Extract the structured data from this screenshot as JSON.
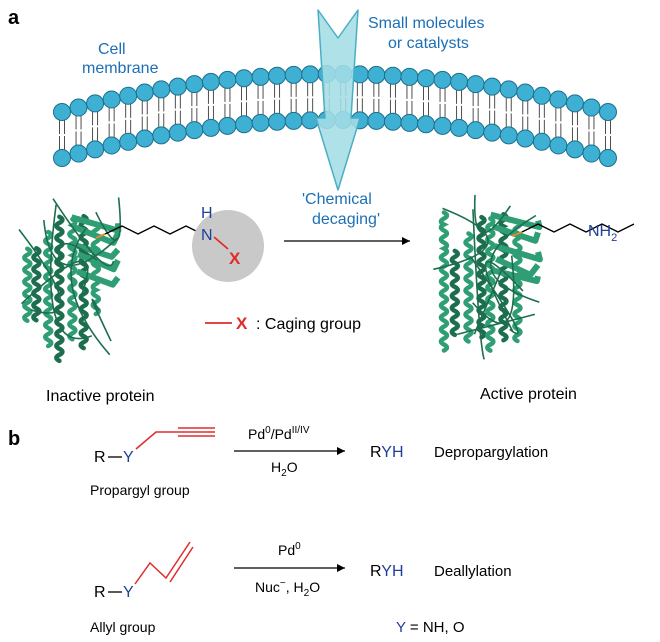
{
  "panel_a": {
    "label": "a",
    "membrane_label_line1": "Cell",
    "membrane_label_line2": "membrane",
    "molecules_label_line1": "Small molecules",
    "molecules_label_line2": "or catalysts",
    "decaging_line1": "'Chemical",
    "decaging_line2": "decaging'",
    "n_atom": "N",
    "h_atom": "H",
    "cage_x": "X",
    "legend_x": "X",
    "legend_text": ": Caging group",
    "nh2_main": "NH",
    "nh2_sub": "2",
    "inactive_label": "Inactive protein",
    "active_label": "Active protein"
  },
  "panel_b": {
    "label": "b",
    "row1": {
      "r_atom": "R",
      "y_atom": "Y",
      "group_label": "Propargyl group",
      "above_pd": "Pd",
      "above_sup1": "0",
      "above_slash": "/Pd",
      "above_sup2": "II/IV",
      "below_h": "H",
      "below_sub": "2",
      "below_o": "O",
      "product_r": "R",
      "product_yh": "YH",
      "reaction": "Depropargylation"
    },
    "row2": {
      "r_atom": "R",
      "y_atom": "Y",
      "group_label": "Allyl group",
      "above_pd": "Pd",
      "above_sup": "0",
      "below_nuc": "Nuc",
      "below_minus": "−",
      "below_h": ", H",
      "below_sub": "2",
      "below_o": "O",
      "product_r": "R",
      "product_yh": "YH",
      "reaction": "Deallylation"
    },
    "footnote_y": "Y",
    "footnote_rest": " = NH, O"
  },
  "colors": {
    "membrane_head": "#3db0d4",
    "membrane_head_stroke": "#1d6f8c",
    "arrow_fill": "#a4dde6",
    "arrow_stroke": "#4aaec4",
    "label_blue": "#1c6fb5",
    "heteroatom_blue": "#1f3f99",
    "cage_red": "#e02b2b",
    "cage_circle": "#c9c9c9",
    "protein_green": "#2f9e74",
    "protein_dark": "#1c6e4e"
  }
}
